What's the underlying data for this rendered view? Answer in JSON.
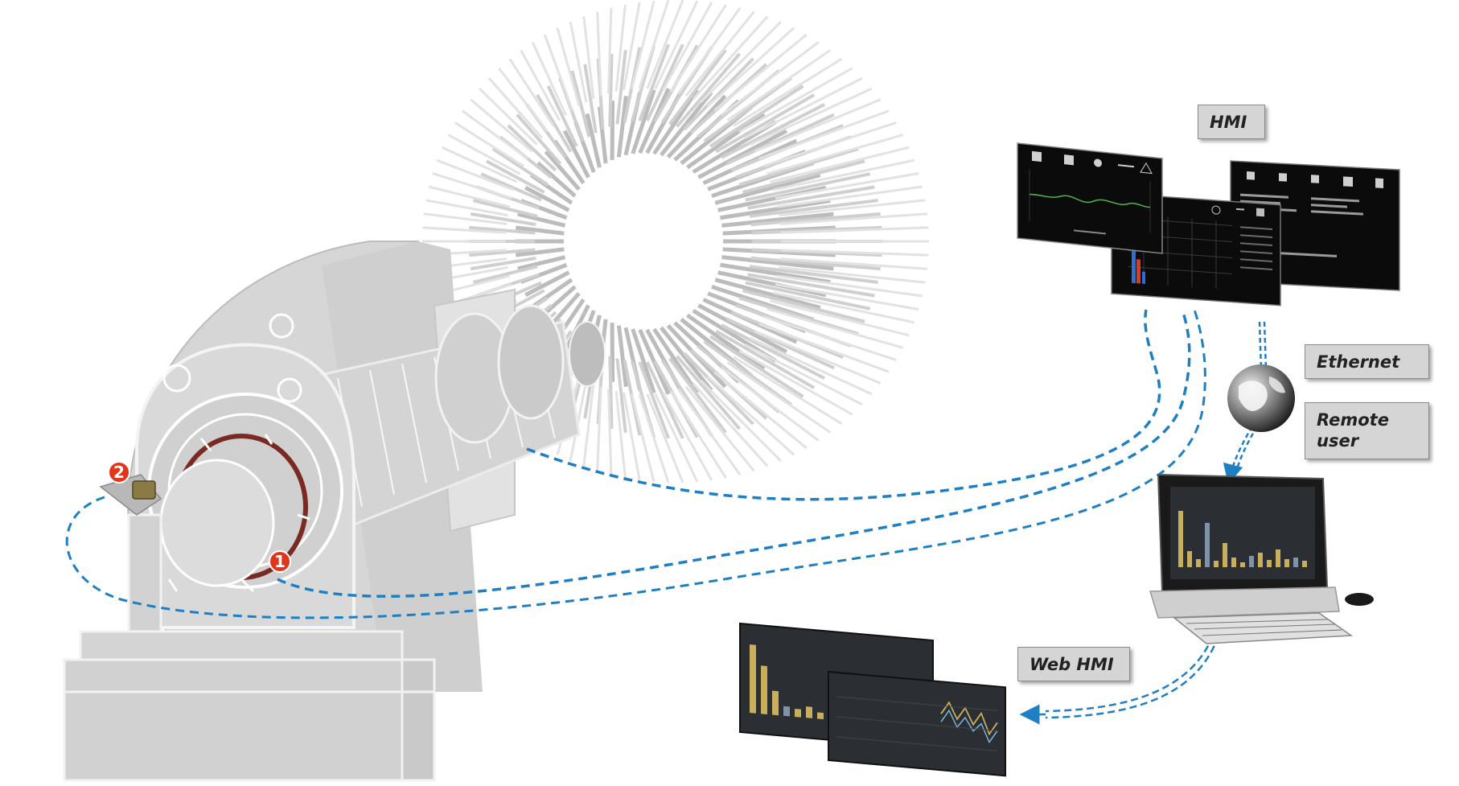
{
  "labels": {
    "hmi": "HMI",
    "ethernet": "Ethernet",
    "remote_user": "Remote user",
    "web_hmi": "Web HMI"
  },
  "markers": {
    "m1": "1",
    "m2": "2"
  },
  "colors": {
    "link": "#1f7fc4",
    "marker": "#e0361b",
    "machine": "#d9d9d9",
    "screen": "#0b0b0b",
    "dark_ui": "#2b2f33",
    "bar": "#c9ae5c"
  }
}
